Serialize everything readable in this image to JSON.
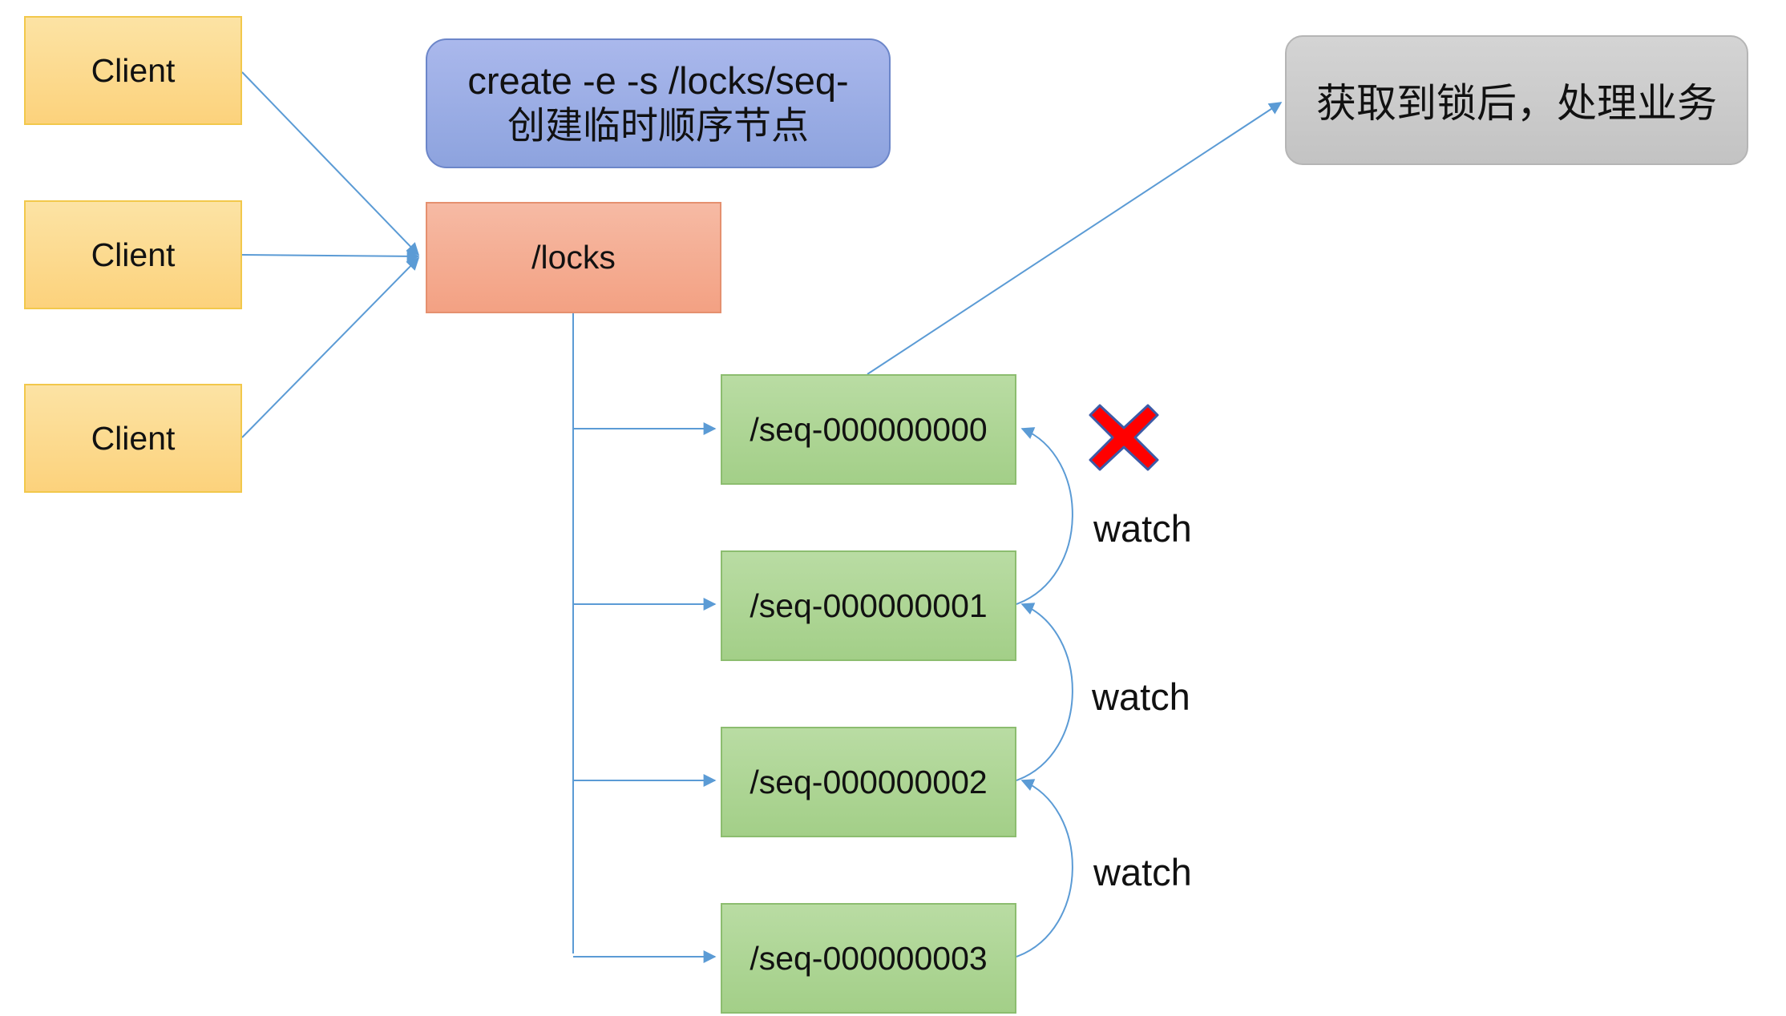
{
  "clients": [
    {
      "label": "Client"
    },
    {
      "label": "Client"
    },
    {
      "label": "Client"
    }
  ],
  "command_box": {
    "line1": "create -e -s /locks/seq-",
    "line2": "创建临时顺序节点"
  },
  "locks_node": {
    "label": "/locks"
  },
  "seq_nodes": [
    {
      "label": "/seq-000000000"
    },
    {
      "label": "/seq-000000001"
    },
    {
      "label": "/seq-000000002"
    },
    {
      "label": "/seq-000000003"
    }
  ],
  "result_box": {
    "label": "获取到锁后，处理业务"
  },
  "watch_labels": [
    {
      "label": "watch"
    },
    {
      "label": "watch"
    },
    {
      "label": "watch"
    }
  ],
  "icons": {
    "deleted_mark": "red-x-icon"
  },
  "colors": {
    "arrow": "#5b9bd5",
    "client": "#fcd27c",
    "command": "#8da3de",
    "locks": "#f3a183",
    "seq": "#a3cf88",
    "result": "#c3c3c3",
    "deleted": "#ff0000"
  }
}
